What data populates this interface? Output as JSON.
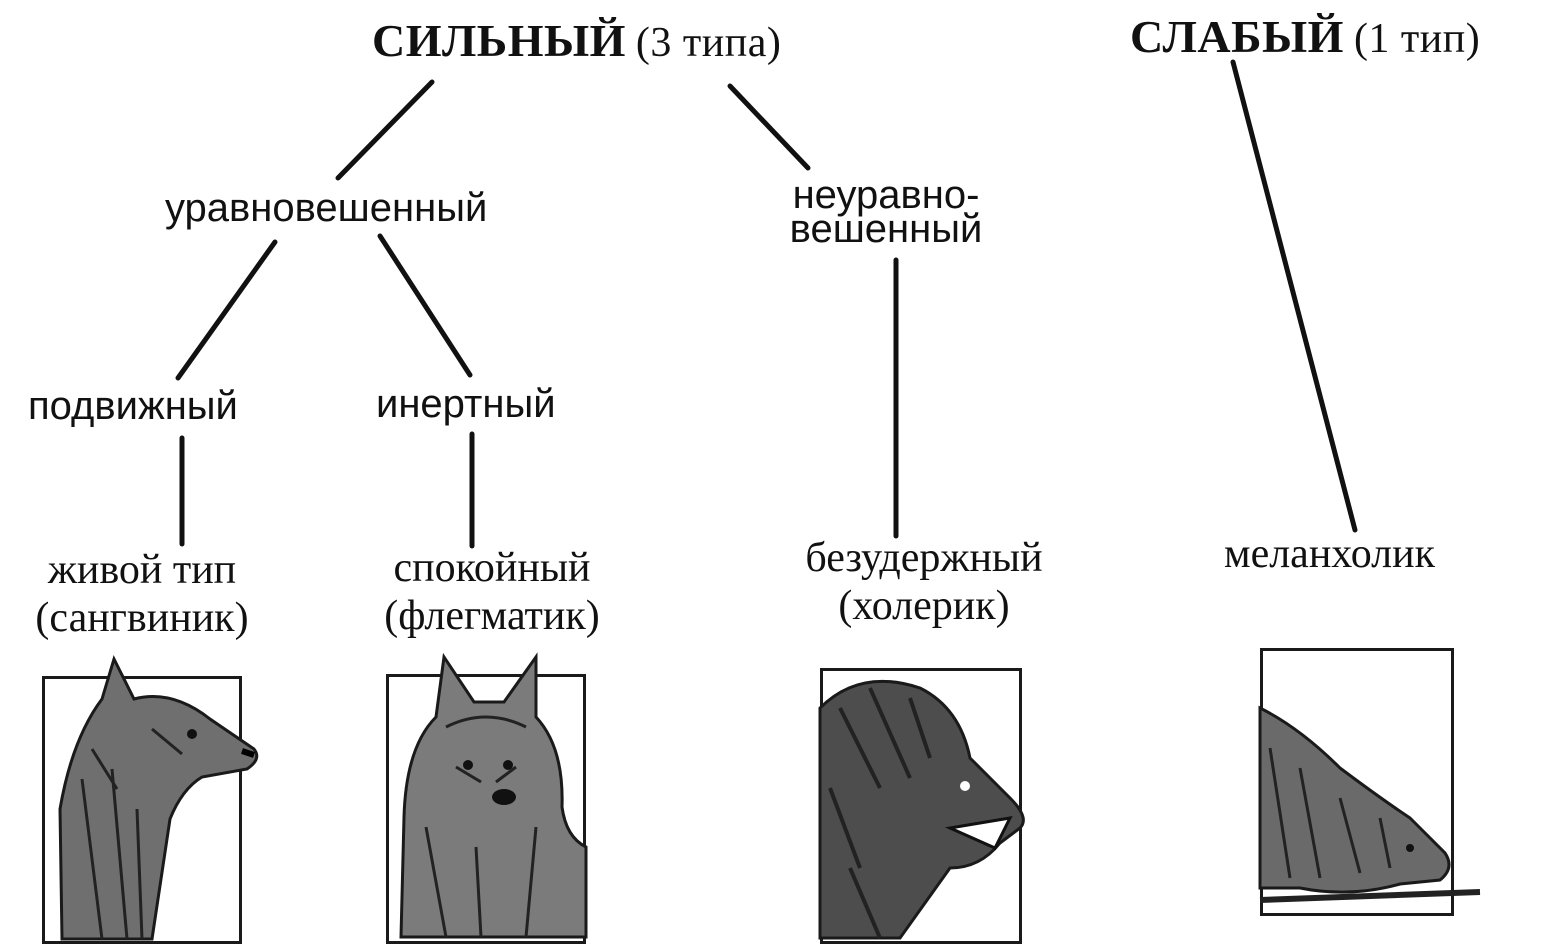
{
  "strong": {
    "title": "СИЛЬНЫЙ",
    "note": "(3 типа)"
  },
  "weak": {
    "title": "СЛАБЫЙ",
    "note": "(1 тип)"
  },
  "branches": {
    "balanced": "уравновешенный",
    "unbalanced_line1": "неуравно-",
    "unbalanced_line2": "вешенный",
    "mobile": "подвижный",
    "inert": "инертный"
  },
  "types": {
    "sanguine_line1": "живой тип",
    "sanguine_line2": "(сангвиник)",
    "phlegmatic_line1": "спокойный",
    "phlegmatic_line2": "(флегматик)",
    "choleric_line1": "безудержный",
    "choleric_line2": "(холерик)",
    "melancholic": "меланхолик"
  },
  "colors": {
    "ink": "#1a1a1a",
    "fur_dark": "#2b2b2b",
    "fur_mid": "#7a7a7a",
    "paper": "#ffffff"
  }
}
